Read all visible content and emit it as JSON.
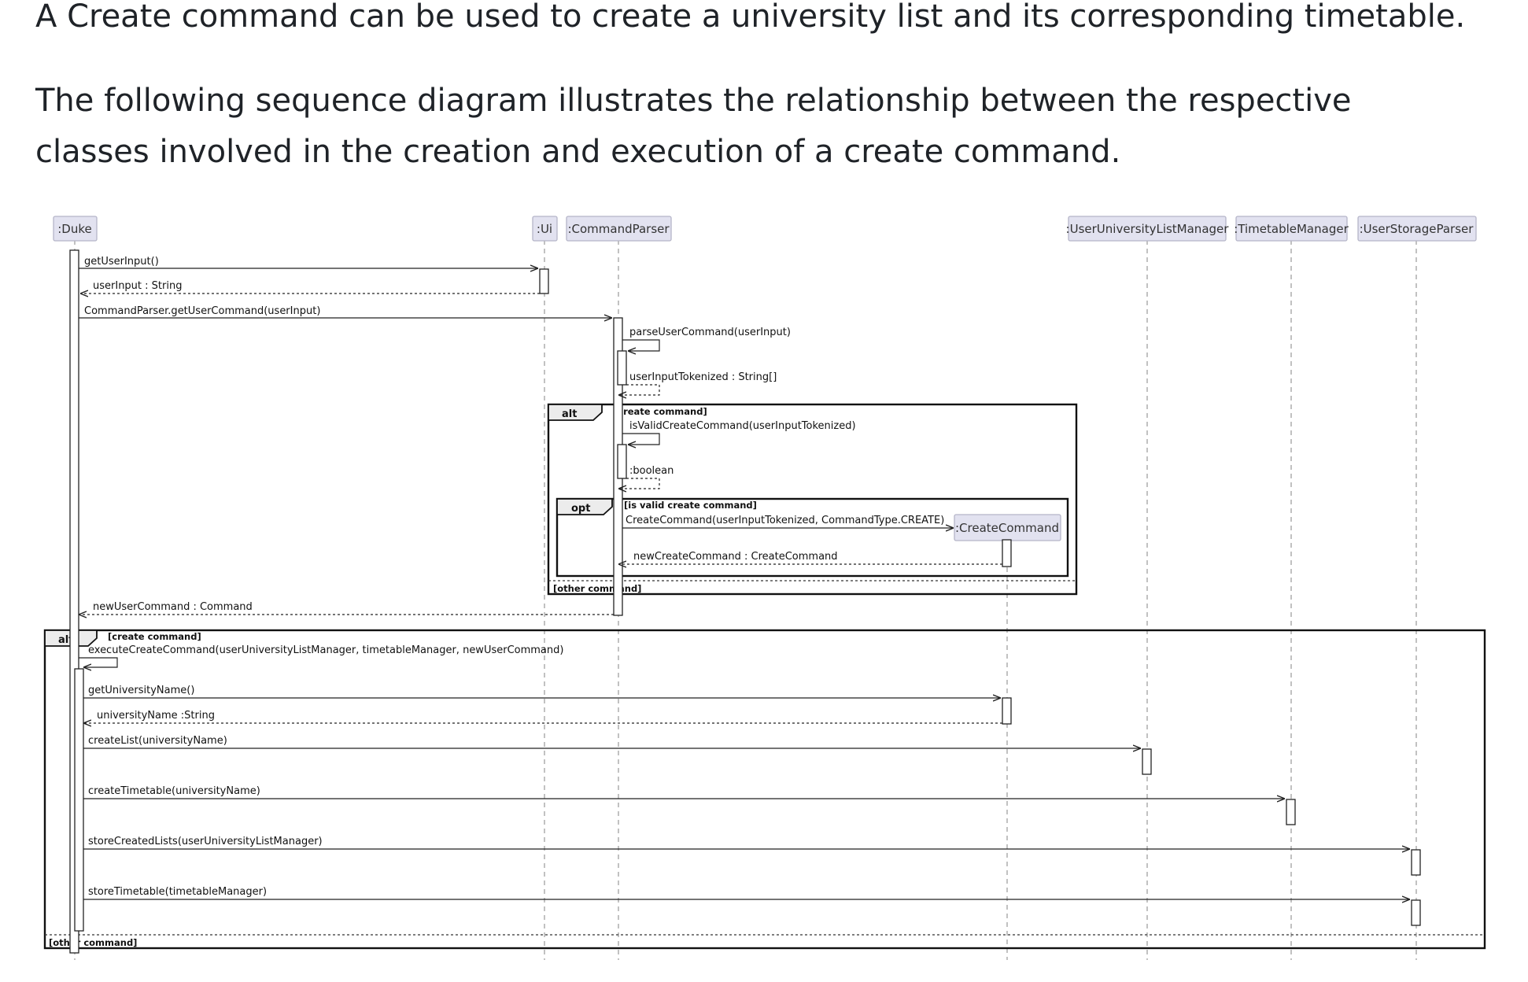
{
  "text": {
    "p1": "A Create command can be used to create a university list and its corresponding timetable.",
    "p2": "The following sequence diagram illustrates the relationship between the respective classes involved in the creation and execution of a create command."
  },
  "diagram": {
    "participants": {
      "duke": ":Duke",
      "ui": ":Ui",
      "commandparser": ":CommandParser",
      "createcommand": ":CreateCommand",
      "ulm": ":UserUniversityListManager",
      "tm": ":TimetableManager",
      "usp": ":UserStorageParser"
    },
    "messages": {
      "m1": "getUserInput()",
      "m2": "userInput : String",
      "m3": "CommandParser.getUserCommand(userInput)",
      "m4": "parseUserCommand(userInput)",
      "m5": "userInputTokenized : String[]",
      "m6": "isValidCreateCommand(userInputTokenized)",
      "m7": ":boolean",
      "m8": "CreateCommand(userInputTokenized, CommandType.CREATE)",
      "m9": "newCreateCommand : CreateCommand",
      "m10": "newUserCommand : Command",
      "m11": "executeCreateCommand(userUniversityListManager, timetableManager, newUserCommand)",
      "m12": "getUniversityName()",
      "m13": "universityName :String",
      "m14": "createList(universityName)",
      "m15": "createTimetable(universityName)",
      "m16": "storeCreatedLists(userUniversityListManager)",
      "m17": "storeTimetable(timetableManager)"
    },
    "frames": {
      "alt1": {
        "kind": "alt",
        "guard": "[create command]",
        "else_guard": "[other command]"
      },
      "opt": {
        "kind": "opt",
        "guard": "[is valid create command]"
      },
      "alt2": {
        "kind": "alt",
        "guard": "[create command]",
        "else_guard": "[other command]"
      }
    }
  }
}
